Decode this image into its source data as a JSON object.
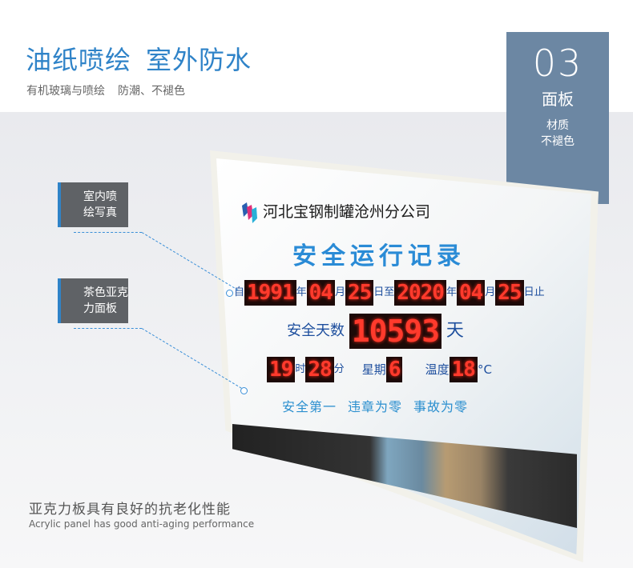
{
  "header": {
    "title_a": "油纸喷绘",
    "title_b": "室外防水",
    "subtitle_a": "有机玻璃与喷绘",
    "subtitle_b": "防潮、不褪色"
  },
  "badge": {
    "number": "03",
    "title": "面板",
    "desc1": "材质",
    "desc2": "不褪色",
    "color": "#6c87a3"
  },
  "callouts": [
    {
      "line1": "室内喷",
      "line2": "绘写真"
    },
    {
      "line1": "茶色亚克",
      "line2": "力面板"
    }
  ],
  "board": {
    "company": "河北宝钢制罐沧州分公司",
    "title": "安全运行记录",
    "from_prefix": "自",
    "from_year": "1991",
    "year_unit": "年",
    "from_month": "04",
    "month_unit": "月",
    "from_day": "25",
    "day_to": "日至",
    "to_year": "2020",
    "to_month": "04",
    "to_day": "25",
    "day_end": "日止",
    "safe_days_label": "安全天数",
    "safe_days": "10593",
    "days_unit": "天",
    "hour": "19",
    "hour_unit": "时",
    "minute": "28",
    "minute_unit": "分",
    "weekday_label": "星期",
    "weekday": "6",
    "temp_label": "温度",
    "temp": "18",
    "temp_unit": "°C",
    "slogans": [
      "安全第一",
      "违章为零",
      "事故为零"
    ],
    "led_color": "#ff3a2c"
  },
  "footer": {
    "zh": "亚克力板具有良好的抗老化性能",
    "en": "Acrylic panel has good anti-aging performance"
  }
}
